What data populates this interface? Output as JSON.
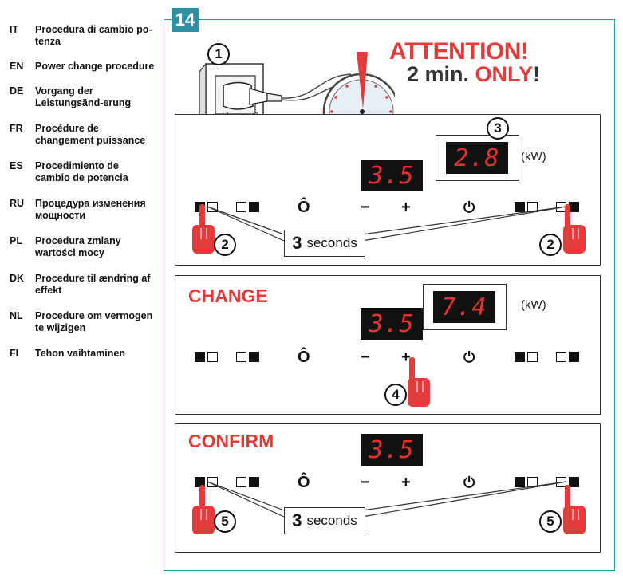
{
  "languages": [
    {
      "code": "IT",
      "text": "Procedura di cambio po-tenza"
    },
    {
      "code": "EN",
      "text": "Power change procedure"
    },
    {
      "code": "DE",
      "text": "Vorgang der Leistungsänd-erung"
    },
    {
      "code": "FR",
      "text": "Procédure de changement puissance"
    },
    {
      "code": "ES",
      "text": "Procedimiento de cambio de potencia"
    },
    {
      "code": "RU",
      "text": "Процедура изменения мощности"
    },
    {
      "code": "PL",
      "text": "Procedura zmiany wartości mocy"
    },
    {
      "code": "DK",
      "text": "Procedure til ændring af effekt"
    },
    {
      "code": "NL",
      "text": "Procedure om vermogen te wijzigen"
    },
    {
      "code": "FI",
      "text": "Tehon vaihtaminen"
    }
  ],
  "step_number": "14",
  "warning": {
    "title": "ATTENTION!",
    "time": "2 min.",
    "only": "ONLY",
    "bang": "!"
  },
  "step_labels": {
    "s1": "1",
    "s2": "2",
    "s3": "3",
    "s4": "4",
    "s5": "5"
  },
  "unit": "(kW)",
  "hold": {
    "number": "3",
    "label": "seconds"
  },
  "panels": {
    "p1": {
      "zone_display": "3.5",
      "power_display": "2.8"
    },
    "p2": {
      "title": "CHANGE",
      "zone_display": "3.5",
      "power_display": "7.4"
    },
    "p3": {
      "title": "CONFIRM",
      "zone_display": "3.5"
    }
  },
  "controls": {
    "minus": "−",
    "plus": "+",
    "lock": "Ô"
  },
  "colors": {
    "accent": "#e23b3b",
    "frame": "#2f8ea0",
    "display_bg": "#111111",
    "display_text": "#e83030"
  }
}
